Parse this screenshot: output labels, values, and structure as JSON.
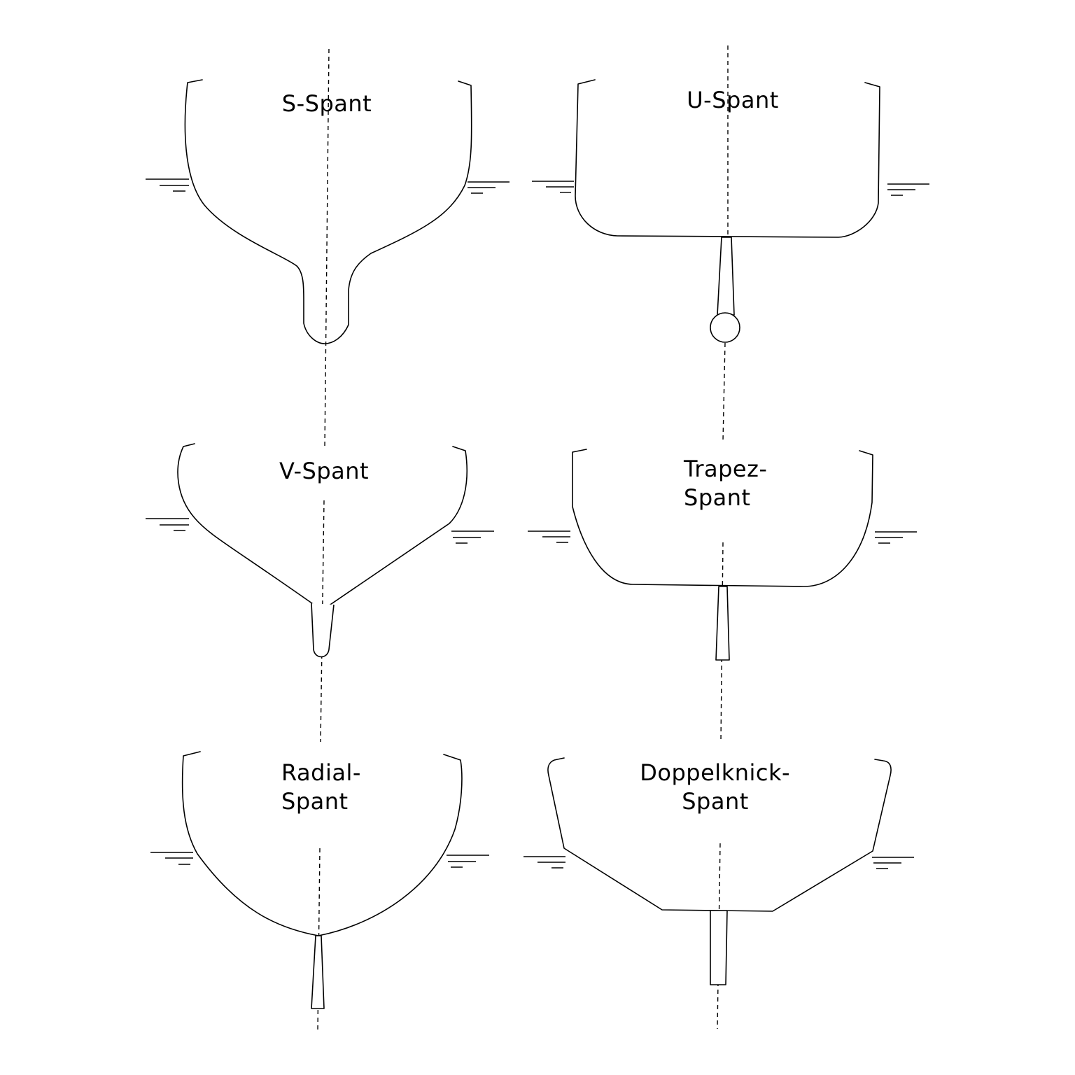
{
  "sections": [
    {
      "id": "s-spant",
      "lines": [
        "S-Spant"
      ]
    },
    {
      "id": "u-spant",
      "lines": [
        "U-Spant"
      ]
    },
    {
      "id": "v-spant",
      "lines": [
        "V-Spant"
      ]
    },
    {
      "id": "trapez-spant",
      "lines": [
        "Trapez-",
        "Spant"
      ]
    },
    {
      "id": "radial-spant",
      "lines": [
        "Radial-",
        "Spant"
      ]
    },
    {
      "id": "doppelknick-spant",
      "lines": [
        "Doppelknick-",
        "Spant"
      ]
    }
  ]
}
